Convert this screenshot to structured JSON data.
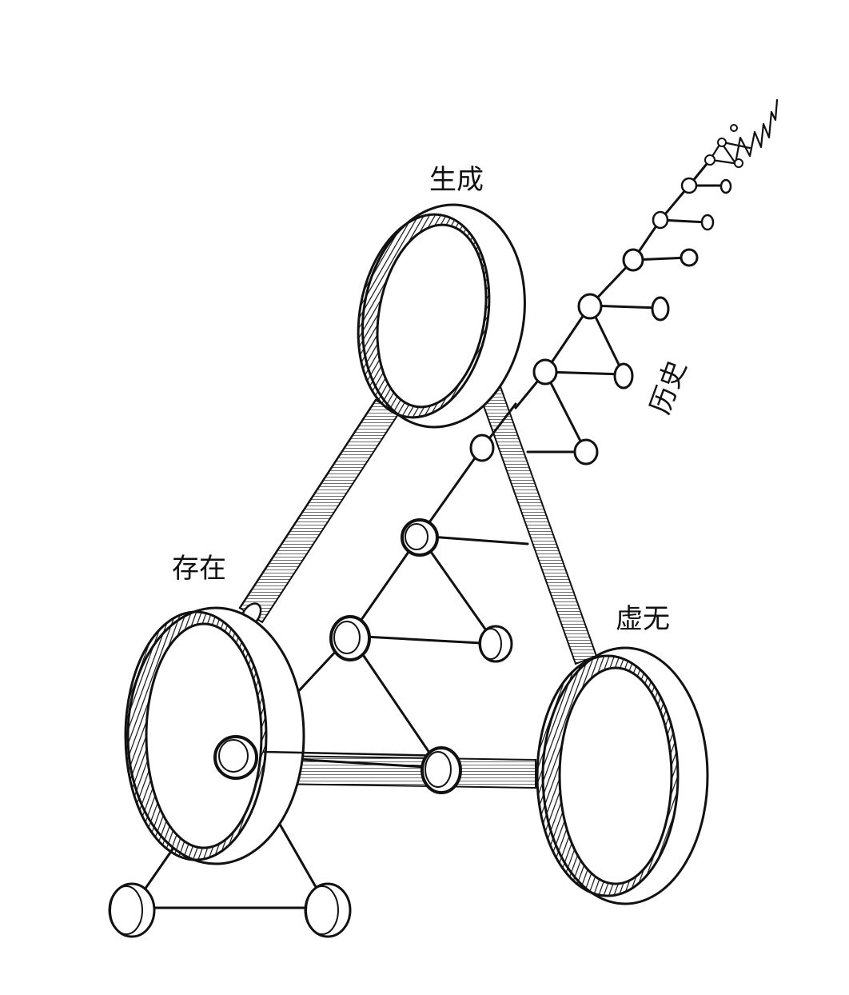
{
  "labels": {
    "becoming": "生成",
    "being": "存在",
    "nothingness": "虚无",
    "history": "历史"
  },
  "colors": {
    "ink": "#111111",
    "paper": "#ffffff"
  }
}
